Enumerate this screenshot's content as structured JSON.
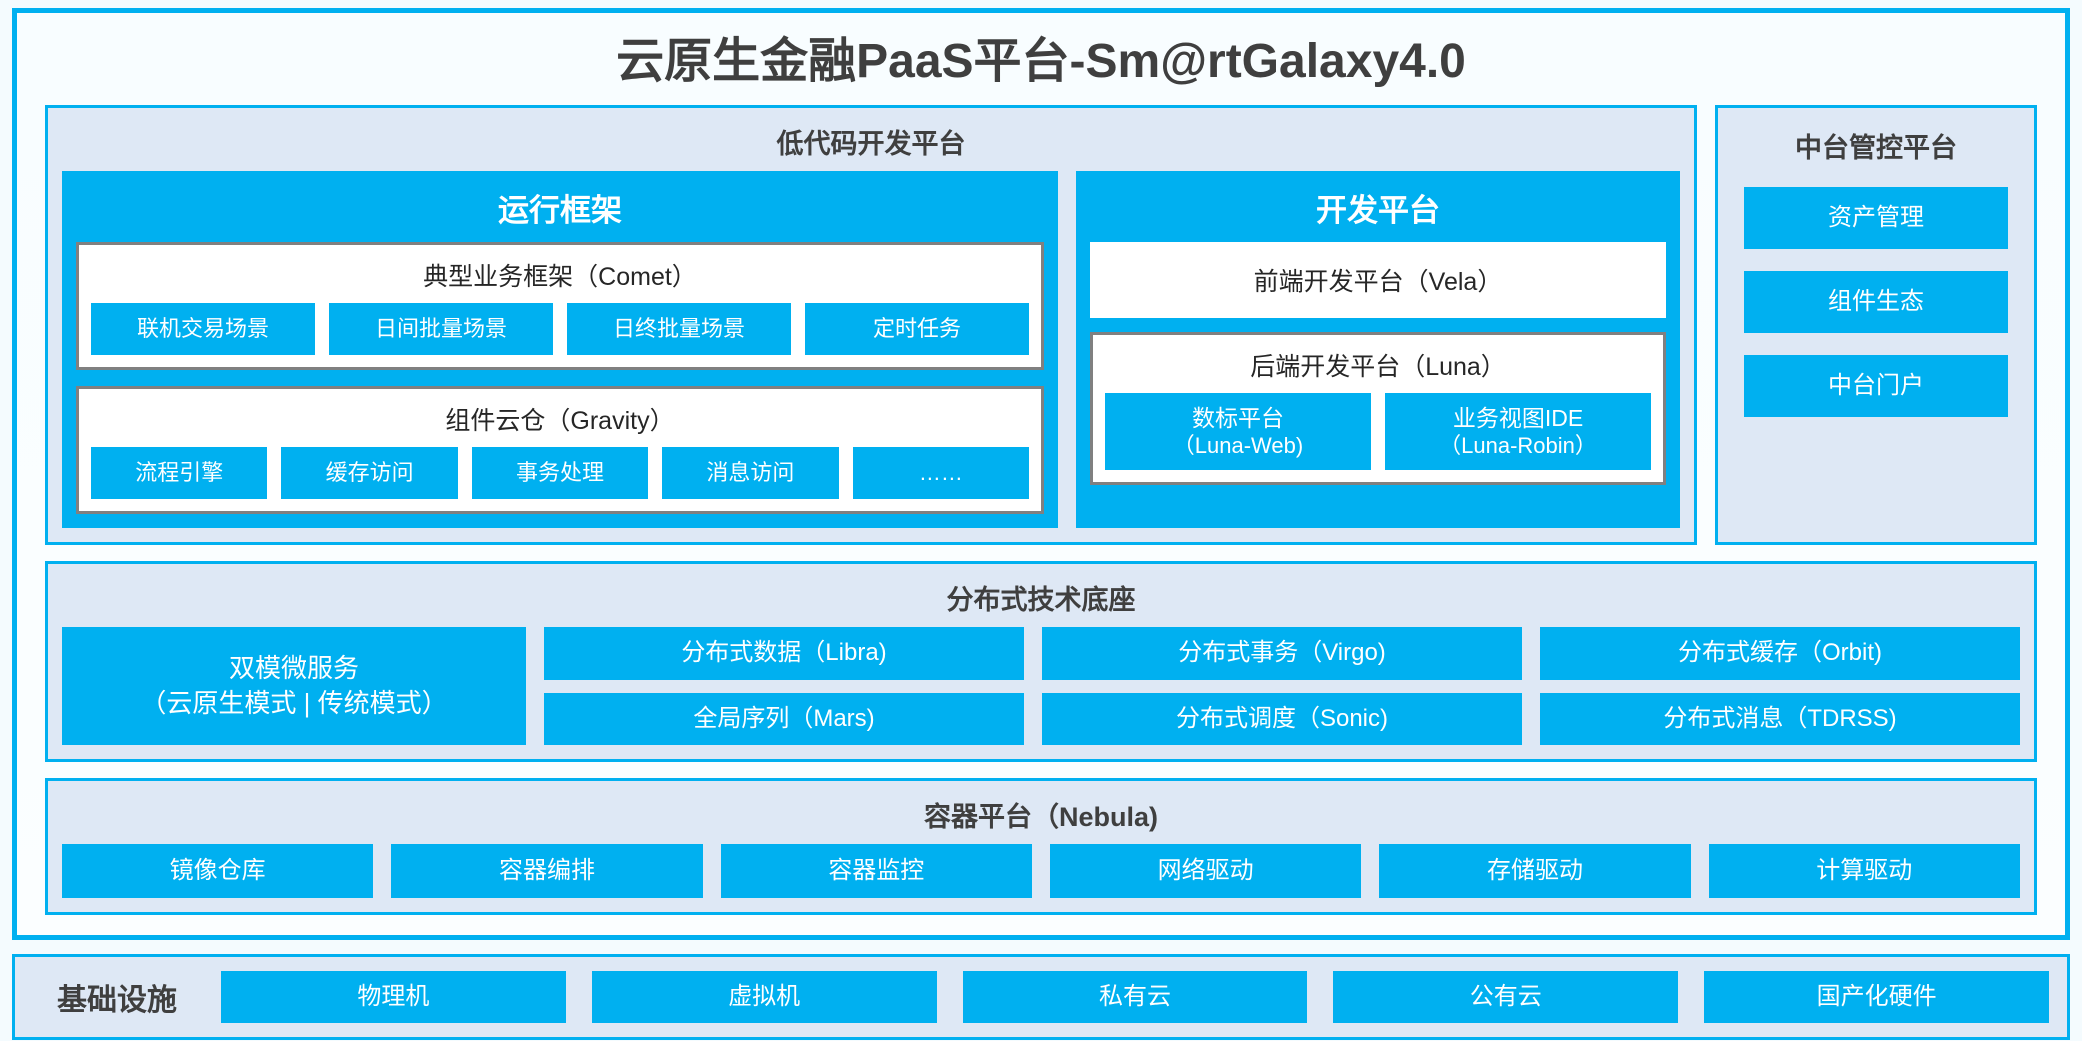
{
  "app": {
    "title": "云原生金融PaaS平台-Sm@rtGalaxy4.0"
  },
  "colors": {
    "accent": "#00B0F0",
    "panel_bg": "#DEE8F5",
    "frame_border": "#00B0F0",
    "inner_border": "#808080",
    "text": "#3F3F3F",
    "chip_text": "#FFFFFF"
  },
  "lowcode": {
    "title": "低代码开发平台",
    "runtime": {
      "title": "运行框架",
      "comet": {
        "title": "典型业务框架（Comet）",
        "items": [
          "联机交易场景",
          "日间批量场景",
          "日终批量场景",
          "定时任务"
        ]
      },
      "gravity": {
        "title": "组件云仓（Gravity）",
        "items": [
          "流程引擎",
          "缓存访问",
          "事务处理",
          "消息访问",
          "……"
        ]
      }
    },
    "devplatform": {
      "title": "开发平台",
      "frontend": "前端开发平台（Vela）",
      "backend": {
        "title": "后端开发平台（Luna）",
        "items": [
          {
            "name": "数标平台",
            "code": "（Luna-Web)"
          },
          {
            "name": "业务视图IDE",
            "code": "（Luna-Robin）"
          }
        ]
      }
    }
  },
  "control_platform": {
    "title": "中台管控平台",
    "items": [
      "资产管理",
      "组件生态",
      "中台门户"
    ]
  },
  "tech_base": {
    "title": "分布式技术底座",
    "microservice": {
      "line1": "双模微服务",
      "line2": "（云原生模式 | 传统模式）"
    },
    "columns": [
      [
        "分布式数据（Libra)",
        "全局序列（Mars)"
      ],
      [
        "分布式事务（Virgo)",
        "分布式调度（Sonic)"
      ],
      [
        "分布式缓存（Orbit)",
        "分布式消息（TDRSS)"
      ]
    ]
  },
  "container_platform": {
    "title": "容器平台（Nebula)",
    "items": [
      "镜像仓库",
      "容器编排",
      "容器监控",
      "网络驱动",
      "存储驱动",
      "计算驱动"
    ]
  },
  "infrastructure": {
    "label": "基础设施",
    "items": [
      "物理机",
      "虚拟机",
      "私有云",
      "公有云",
      "国产化硬件"
    ]
  }
}
